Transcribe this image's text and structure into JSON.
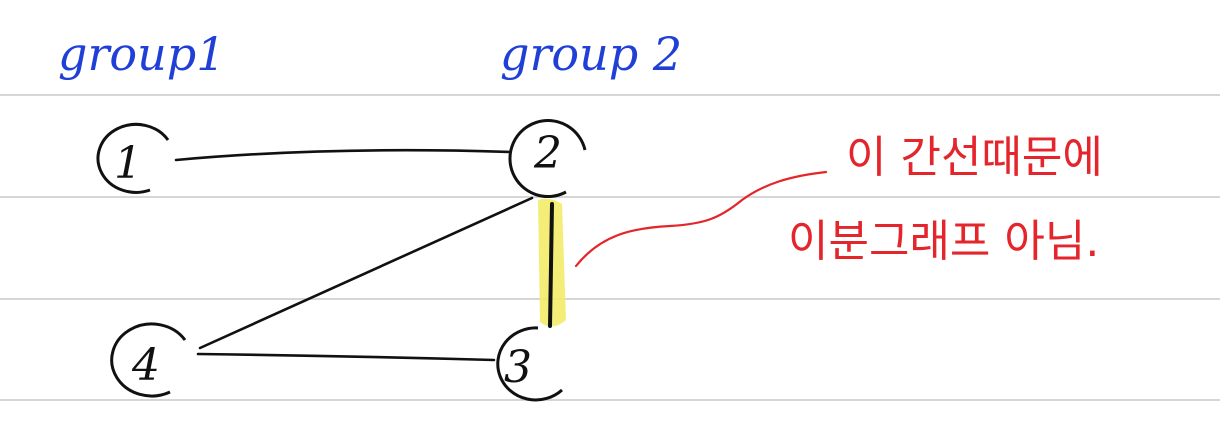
{
  "group_labels": {
    "group1": "group1",
    "group2": "group 2"
  },
  "nodes": {
    "n1": "1",
    "n2": "2",
    "n3": "3",
    "n4": "4"
  },
  "annotation": {
    "line1": "이 간선때문에",
    "line2": "이분그래프 아님."
  },
  "colors": {
    "group_label": "#1f3fd6",
    "annotation": "#e4252b",
    "highlight": "#f3ec6a",
    "ink": "#111111",
    "ruled_line": "#d6d6d6"
  }
}
